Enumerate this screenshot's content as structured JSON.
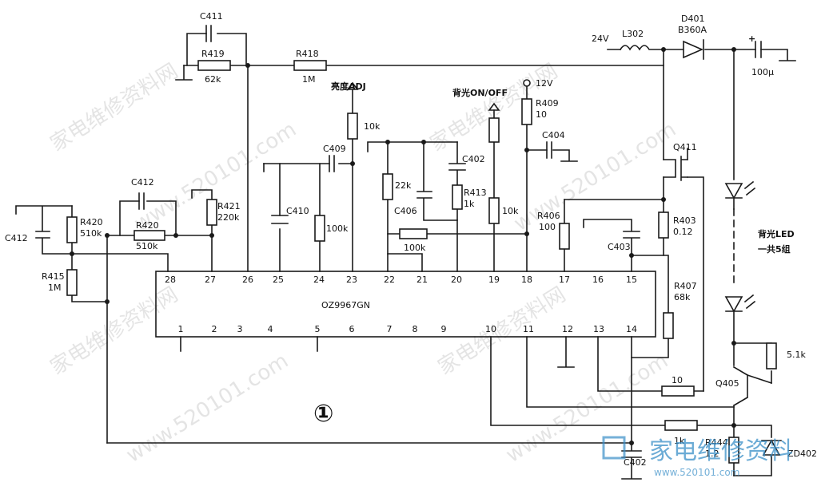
{
  "ic": {
    "name": "OZ9967GN",
    "top_pins": [
      "28",
      "27",
      "26",
      "25",
      "24",
      "23",
      "22",
      "21",
      "20",
      "19",
      "18",
      "17",
      "16",
      "15"
    ],
    "bottom_pins": [
      "1",
      "2",
      "3",
      "4",
      "5",
      "6",
      "7",
      "8",
      "9",
      "10",
      "11",
      "12",
      "13",
      "14"
    ]
  },
  "components": {
    "c411": "C411",
    "r419": "R419",
    "r419_val": "62k",
    "r418": "R418",
    "r418_val": "1M",
    "l302": "L302",
    "d401": "D401",
    "d401_val": "B360A",
    "v24": "24V",
    "cap_out_val": "100μ",
    "brightness": "亮度ADJ",
    "r_bright_val": "10k",
    "backlight_onoff": "背光ON/OFF",
    "v12": "12V",
    "r409": "R409",
    "r409_val": "10",
    "c404": "C404",
    "c409": "C409",
    "c402a": "C402",
    "r_22k": "22k",
    "c406": "C406",
    "r413": "R413",
    "r413_val": "1k",
    "r_10k_b": "10k",
    "q411": "Q411",
    "r406": "R406",
    "r406_val": "100",
    "r403": "R403",
    "r403_val": "0.12",
    "c403": "C403",
    "r407": "R407",
    "r407_val": "68k",
    "r_100k_h": "100k",
    "c410": "C410",
    "r_100k_v": "100k",
    "c412a": "C412",
    "r421": "R421",
    "r421_val": "220k",
    "r420a": "R420",
    "r420a_val": "510k",
    "r420b": "R420",
    "r420b_val": "510k",
    "c412b": "C412",
    "r415": "R415",
    "r415_val": "1M",
    "led_group": "背光LED",
    "led_count": "一共5组",
    "q405": "Q405",
    "r_51k": "5.1k",
    "r_10": "10",
    "r_1k": "1k",
    "r444": "R444",
    "r444_val": "1.2",
    "zd402": "ZD402",
    "c402b": "C402",
    "circle_num": "①"
  },
  "watermarks": [
    "家电维修资料网",
    "www.520101.com"
  ],
  "logo": {
    "text": "家电维修资料",
    "site": "www.520101.com"
  }
}
